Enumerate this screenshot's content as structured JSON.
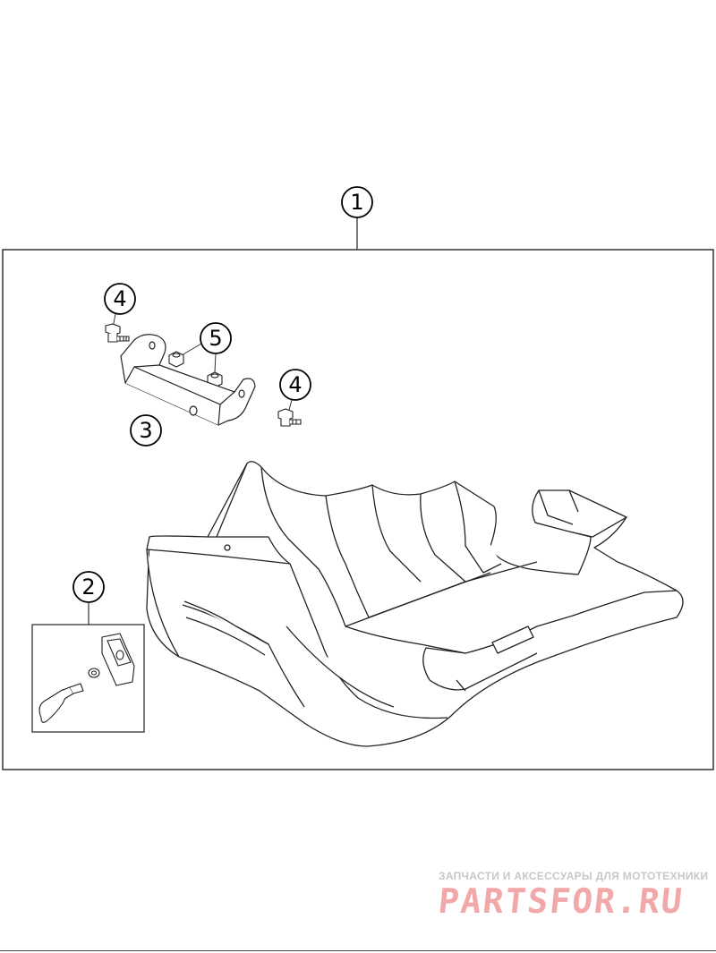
{
  "callouts": {
    "c1": "1",
    "c2": "2",
    "c3": "3",
    "c4a": "4",
    "c4b": "4",
    "c5": "5"
  },
  "watermark": {
    "subtitle": "ЗАПЧАСТИ И АКСЕССУАРЫ ДЛЯ МОТОТЕХНИКИ",
    "brand": "PARTSFOR.RU"
  }
}
